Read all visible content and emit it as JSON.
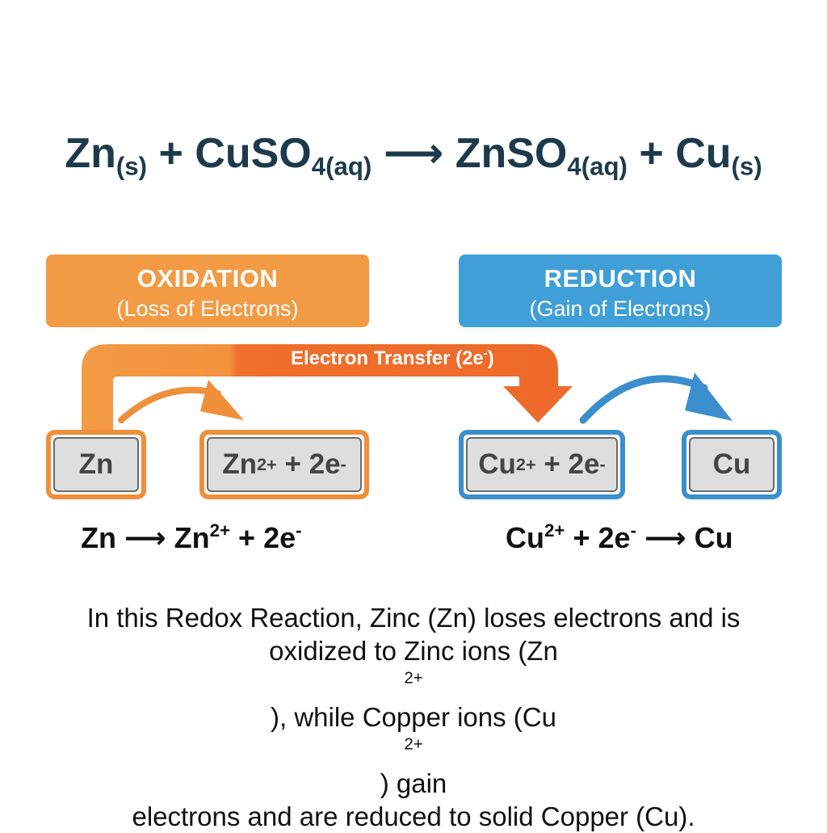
{
  "equation": {
    "r1": "Zn",
    "r1_state": "(s)",
    "plus1": "+",
    "r2": "CuSO",
    "r2_sub": "4",
    "r2_state": "(aq)",
    "arrow": "⟶",
    "p1": "ZnSO",
    "p1_sub": "4",
    "p1_state": "(aq)",
    "plus2": "+",
    "p2": "Cu",
    "p2_state": "(s)"
  },
  "oxidation": {
    "title": "OXIDATION",
    "subtitle": "(Loss of Electrons)"
  },
  "reduction": {
    "title": "REDUCTION",
    "subtitle": "(Gain of Electrons)"
  },
  "electron_transfer": {
    "label": "Electron Transfer (2e",
    "label_sup": "-",
    "label_end": ")"
  },
  "boxes": {
    "zn": "Zn",
    "zn_ion": {
      "base": "Zn",
      "sup": "2+",
      "rest": " + 2e",
      "rest_sup": "-"
    },
    "cu_ion": {
      "base": "Cu",
      "sup": "2+",
      "rest": " + 2e",
      "rest_sup": "-"
    },
    "cu": "Cu"
  },
  "half_equations": {
    "oxidation": {
      "lhs": "Zn",
      "arrow": " ⟶ ",
      "rhs": "Zn",
      "rhs_sup": "2+",
      "rest": " + 2e",
      "rest_sup": "-"
    },
    "reduction": {
      "lhs": "Cu",
      "lhs_sup": "2+",
      "mid": " + 2e",
      "mid_sup": "-",
      "arrow": " ⟶ ",
      "rhs": "Cu"
    }
  },
  "caption": {
    "line1": "In this Redox Reaction, Zinc (Zn) loses electrons and is",
    "line2a": "oxidized to Zinc ions (Zn",
    "line2_sup1": "2+",
    "line2b": "), while Copper ions (Cu",
    "line2_sup2": "2+",
    "line2c": ") gain",
    "line3": "electrons and are reduced to solid Copper (Cu)."
  },
  "colors": {
    "oxidation": "#f39a44",
    "reduction": "#3f9fd6",
    "transfer_orange": "#f07a30",
    "title_text": "#1d3a4c"
  }
}
